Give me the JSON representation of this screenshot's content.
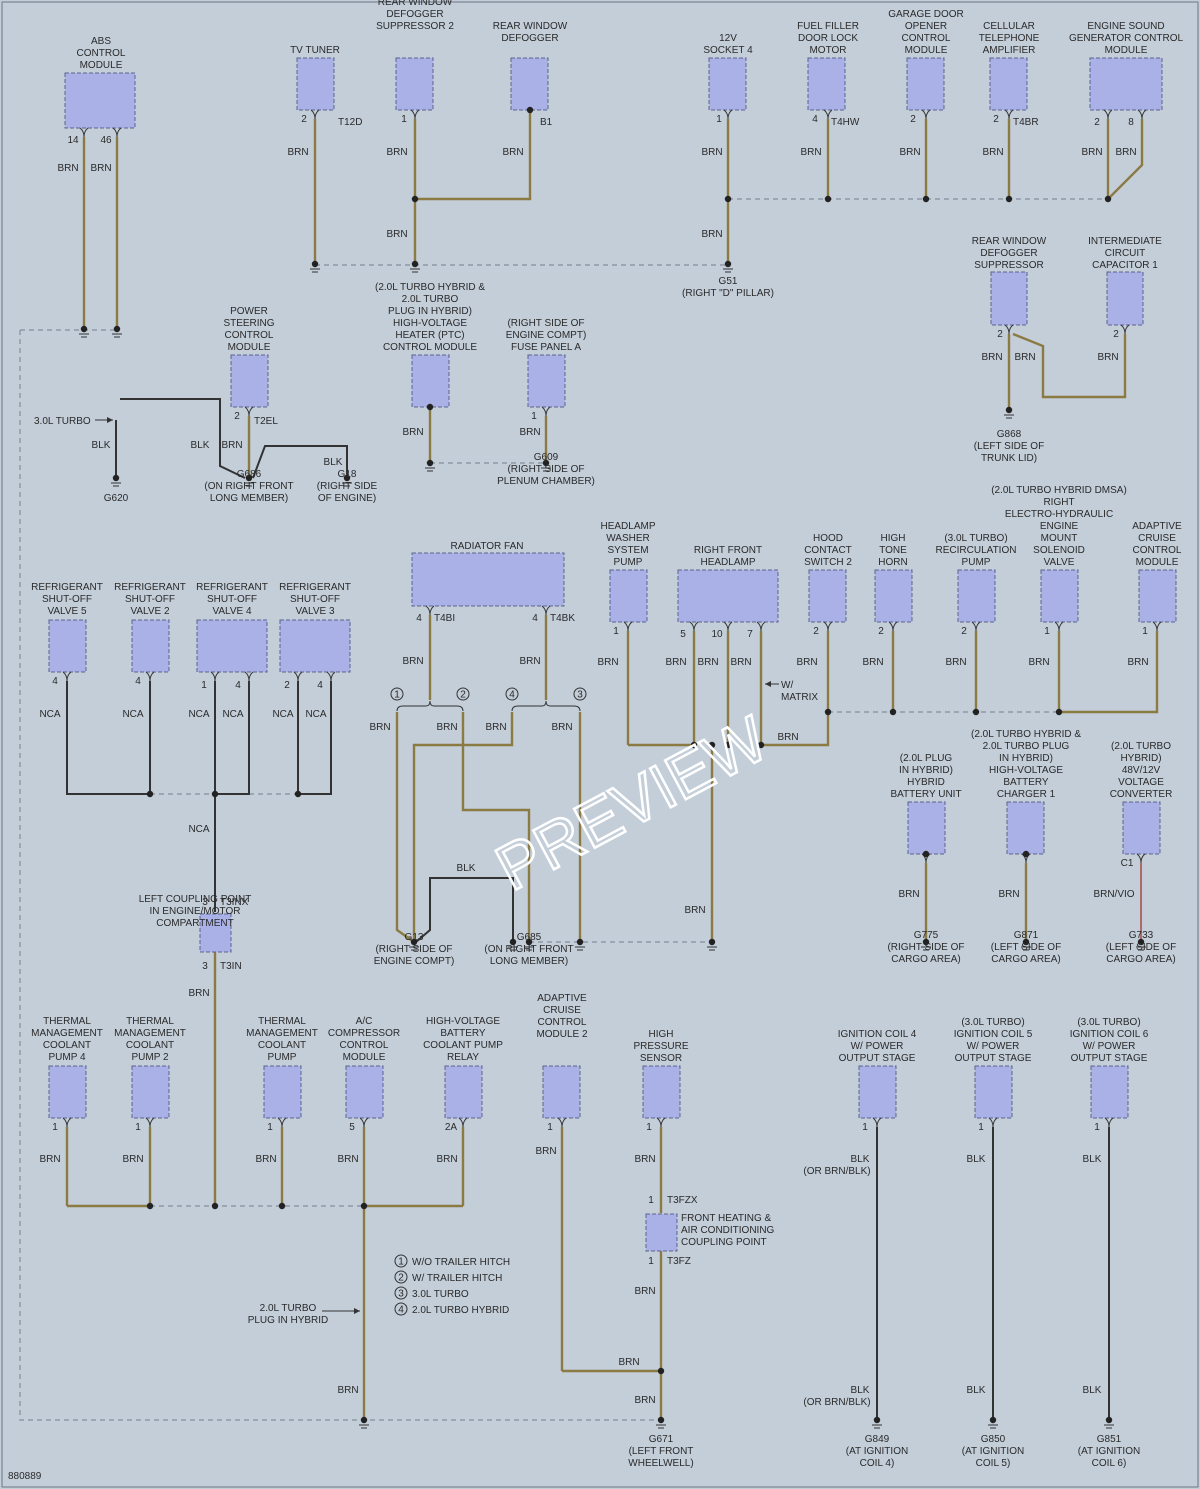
{
  "diagram_id": "880889",
  "watermark": "PREVIEW",
  "components": [
    {
      "id": "abs",
      "lines": [
        "ABS",
        "CONTROL",
        "MODULE"
      ],
      "pins": [
        "14",
        "46"
      ]
    },
    {
      "id": "tv-tuner",
      "lines": [
        "TV TUNER"
      ],
      "pins": [
        "2"
      ],
      "connector": "T12D"
    },
    {
      "id": "rwd-sup2",
      "lines": [
        "REAR WINDOW",
        "DEFOGGER",
        "SUPPRESSOR 2"
      ],
      "pins": [
        "1"
      ]
    },
    {
      "id": "rwd",
      "lines": [
        "REAR WINDOW",
        "DEFOGGER"
      ],
      "connector": "B1"
    },
    {
      "id": "socket4",
      "lines": [
        "12V",
        "SOCKET 4"
      ],
      "pins": [
        "1"
      ]
    },
    {
      "id": "fuel-door",
      "lines": [
        "FUEL FILLER",
        "DOOR LOCK",
        "MOTOR"
      ],
      "pins": [
        "4"
      ],
      "connector": "T4HW"
    },
    {
      "id": "garage",
      "lines": [
        "GARAGE DOOR",
        "OPENER",
        "CONTROL",
        "MODULE"
      ],
      "pins": [
        "2"
      ]
    },
    {
      "id": "cell-amp",
      "lines": [
        "CELLULAR",
        "TELEPHONE",
        "AMPLIFIER"
      ],
      "pins": [
        "2"
      ],
      "connector": "T4BR"
    },
    {
      "id": "sound-gen",
      "lines": [
        "ENGINE SOUND",
        "GENERATOR CONTROL",
        "MODULE"
      ],
      "pins": [
        "2",
        "8"
      ]
    },
    {
      "id": "rwd-sup",
      "lines": [
        "REAR WINDOW",
        "DEFOGGER",
        "SUPPRESSOR"
      ],
      "pins": [
        "2"
      ]
    },
    {
      "id": "int-cap",
      "lines": [
        "INTERMEDIATE",
        "CIRCUIT",
        "CAPACITOR 1"
      ],
      "pins": [
        "2"
      ]
    },
    {
      "id": "ps-module",
      "lines": [
        "POWER",
        "STEERING",
        "CONTROL",
        "MODULE"
      ],
      "pins": [
        "2"
      ],
      "connector": "T2EL"
    },
    {
      "id": "ptc",
      "lines": [
        "(2.0L TURBO HYBRID &",
        "2.0L TURBO",
        "PLUG IN HYBRID)",
        "HIGH-VOLTAGE",
        "HEATER (PTC)",
        "CONTROL MODULE"
      ]
    },
    {
      "id": "fuse-a",
      "lines": [
        "(RIGHT SIDE OF",
        "ENGINE COMPT)",
        "FUSE PANEL A"
      ],
      "pins": [
        "1"
      ]
    },
    {
      "id": "rad-fan",
      "lines": [
        "RADIATOR FAN"
      ],
      "pins": [
        "4",
        "4"
      ],
      "connectors": [
        "T4BI",
        "T4BK"
      ]
    },
    {
      "id": "hl-washer",
      "lines": [
        "HEADLAMP",
        "WASHER",
        "SYSTEM",
        "PUMP"
      ],
      "pins": [
        "1"
      ]
    },
    {
      "id": "rf-headlamp",
      "lines": [
        "RIGHT FRONT",
        "HEADLAMP"
      ],
      "pins": [
        "5",
        "10",
        "7"
      ]
    },
    {
      "id": "hood-sw",
      "lines": [
        "HOOD",
        "CONTACT",
        "SWITCH 2"
      ],
      "pins": [
        "2"
      ]
    },
    {
      "id": "horn",
      "lines": [
        "HIGH",
        "TONE",
        "HORN"
      ],
      "pins": [
        "2"
      ]
    },
    {
      "id": "recirc",
      "lines": [
        "(3.0L TURBO)",
        "RECIRCULATION",
        "PUMP"
      ],
      "pins": [
        "2"
      ]
    },
    {
      "id": "eh-mount",
      "lines": [
        "(2.0L TURBO HYBRID DMSA)",
        "RIGHT",
        "ELECTRO-HYDRAULIC",
        "ENGINE",
        "MOUNT",
        "SOLENOID",
        "VALVE"
      ],
      "pins": [
        "1"
      ]
    },
    {
      "id": "acc",
      "lines": [
        "ADAPTIVE",
        "CRUISE",
        "CONTROL",
        "MODULE"
      ],
      "pins": [
        "1"
      ]
    },
    {
      "id": "ref5",
      "lines": [
        "REFRIGERANT",
        "SHUT-OFF",
        "VALVE 5"
      ],
      "pins": [
        "4"
      ]
    },
    {
      "id": "ref2",
      "lines": [
        "REFRIGERANT",
        "SHUT-OFF",
        "VALVE 2"
      ],
      "pins": [
        "4"
      ]
    },
    {
      "id": "ref4",
      "lines": [
        "REFRIGERANT",
        "SHUT-OFF",
        "VALVE 4"
      ],
      "pins": [
        "1",
        "4"
      ]
    },
    {
      "id": "ref3",
      "lines": [
        "REFRIGERANT",
        "SHUT-OFF",
        "VALVE 3"
      ],
      "pins": [
        "2",
        "4"
      ]
    },
    {
      "id": "hyb-batt",
      "lines": [
        "(2.0L PLUG",
        "IN HYBRID)",
        "HYBRID",
        "BATTERY UNIT"
      ]
    },
    {
      "id": "hv-charger",
      "lines": [
        "(2.0L TURBO HYBRID &",
        "2.0L TURBO PLUG",
        "IN HYBRID)",
        "HIGH-VOLTAGE",
        "BATTERY",
        "CHARGER 1"
      ]
    },
    {
      "id": "dcdc",
      "lines": [
        "(2.0L TURBO",
        "HYBRID)",
        "48V/12V",
        "VOLTAGE",
        "CONVERTER"
      ],
      "pins": [
        "C1"
      ]
    },
    {
      "id": "tm-pump4",
      "lines": [
        "THERMAL",
        "MANAGEMENT",
        "COOLANT",
        "PUMP 4"
      ],
      "pins": [
        "1"
      ]
    },
    {
      "id": "tm-pump2",
      "lines": [
        "THERMAL",
        "MANAGEMENT",
        "COOLANT",
        "PUMP 2"
      ],
      "pins": [
        "1"
      ]
    },
    {
      "id": "tm-pump",
      "lines": [
        "THERMAL",
        "MANAGEMENT",
        "COOLANT",
        "PUMP"
      ],
      "pins": [
        "1"
      ]
    },
    {
      "id": "ac-comp",
      "lines": [
        "A/C",
        "COMPRESSOR",
        "CONTROL",
        "MODULE"
      ],
      "pins": [
        "5"
      ]
    },
    {
      "id": "hv-relay",
      "lines": [
        "HIGH-VOLTAGE",
        "BATTERY",
        "COOLANT PUMP",
        "RELAY"
      ],
      "pins": [
        "2A"
      ]
    },
    {
      "id": "acc2",
      "lines": [
        "ADAPTIVE",
        "CRUISE",
        "CONTROL",
        "MODULE 2"
      ],
      "pins": [
        "1"
      ]
    },
    {
      "id": "hp-sensor",
      "lines": [
        "HIGH",
        "PRESSURE",
        "SENSOR"
      ],
      "pins": [
        "1"
      ]
    },
    {
      "id": "coil4",
      "lines": [
        "IGNITION COIL 4",
        "W/ POWER",
        "OUTPUT STAGE"
      ],
      "pins": [
        "1"
      ]
    },
    {
      "id": "coil5",
      "lines": [
        "(3.0L TURBO)",
        "IGNITION COIL 5",
        "W/ POWER",
        "OUTPUT STAGE"
      ],
      "pins": [
        "1"
      ]
    },
    {
      "id": "coil6",
      "lines": [
        "(3.0L TURBO)",
        "IGNITION COIL 6",
        "W/ POWER",
        "OUTPUT STAGE"
      ],
      "pins": [
        "1"
      ]
    }
  ],
  "coupling_points": [
    {
      "id": "left-coupling",
      "lines": [
        "LEFT COUPLING POINT",
        "IN ENGINE/MOTOR",
        "COMPARTMENT"
      ],
      "pin_top": "3",
      "pin_bottom": "3",
      "connector_top": "T3INX",
      "connector_bottom": "T3IN"
    },
    {
      "id": "hvac-coupling",
      "lines": [
        "FRONT HEATING &",
        "AIR CONDITIONING",
        "COUPLING POINT"
      ],
      "pin_top": "1",
      "pin_bottom": "1",
      "connector_top": "T3FZX",
      "connector_bottom": "T3FZ"
    }
  ],
  "grounds": [
    {
      "id": "G51",
      "lines": [
        "G51",
        "(RIGHT \"D\" PILLAR)"
      ]
    },
    {
      "id": "G868",
      "lines": [
        "G868",
        "(LEFT SIDE OF",
        "TRUNK LID)"
      ]
    },
    {
      "id": "G620",
      "lines": [
        "G620"
      ]
    },
    {
      "id": "G686",
      "lines": [
        "G686",
        "(ON RIGHT FRONT",
        "LONG MEMBER)"
      ]
    },
    {
      "id": "G18",
      "lines": [
        "G18",
        "(RIGHT SIDE",
        "OF ENGINE)"
      ]
    },
    {
      "id": "G609",
      "lines": [
        "G609",
        "(RIGHT SIDE OF",
        "PLENUM CHAMBER)"
      ]
    },
    {
      "id": "G13",
      "lines": [
        "G13",
        "(RIGHT SIDE OF",
        "ENGINE COMPT)"
      ]
    },
    {
      "id": "G685",
      "lines": [
        "G685",
        "(ON RIGHT FRONT",
        "LONG MEMBER)"
      ]
    },
    {
      "id": "G775",
      "lines": [
        "G775",
        "(RIGHT SIDE OF",
        "CARGO AREA)"
      ]
    },
    {
      "id": "G871",
      "lines": [
        "G871",
        "(LEFT SIDE OF",
        "CARGO AREA)"
      ]
    },
    {
      "id": "G733",
      "lines": [
        "G733",
        "(LEFT SIDE OF",
        "CARGO AREA)"
      ]
    },
    {
      "id": "G671",
      "lines": [
        "G671",
        "(LEFT FRONT",
        "WHEELWELL)"
      ]
    },
    {
      "id": "G849",
      "lines": [
        "G849",
        "(AT IGNITION",
        "COIL 4)"
      ]
    },
    {
      "id": "G850",
      "lines": [
        "G850",
        "(AT IGNITION",
        "COIL 5)"
      ]
    },
    {
      "id": "G851",
      "lines": [
        "G851",
        "(AT IGNITION",
        "COIL 6)"
      ]
    }
  ],
  "wire_colors": {
    "BRN": "BRN",
    "BLK": "BLK",
    "NCA": "NCA",
    "BRN_VIO": "BRN/VIO",
    "BLK_OR": "(OR BRN/BLK)"
  },
  "notes": {
    "turbo30": "3.0L TURBO",
    "matrix": "W/ MATRIX",
    "pih_lines": [
      "2.0L TURBO",
      "PLUG IN HYBRID"
    ]
  },
  "legend": [
    {
      "num": "1",
      "text": "W/O TRAILER HITCH"
    },
    {
      "num": "2",
      "text": "W/ TRAILER HITCH"
    },
    {
      "num": "3",
      "text": "3.0L TURBO"
    },
    {
      "num": "4",
      "text": "2.0L TURBO HYBRID"
    }
  ],
  "colors": {
    "background": "#c3ced9",
    "component": "#a9b1e6",
    "brown_wire": "#8c7a43",
    "black_wire": "#333333",
    "brn_vio_wire": "#a8524e",
    "dashed_ground": "#8e98a6"
  }
}
